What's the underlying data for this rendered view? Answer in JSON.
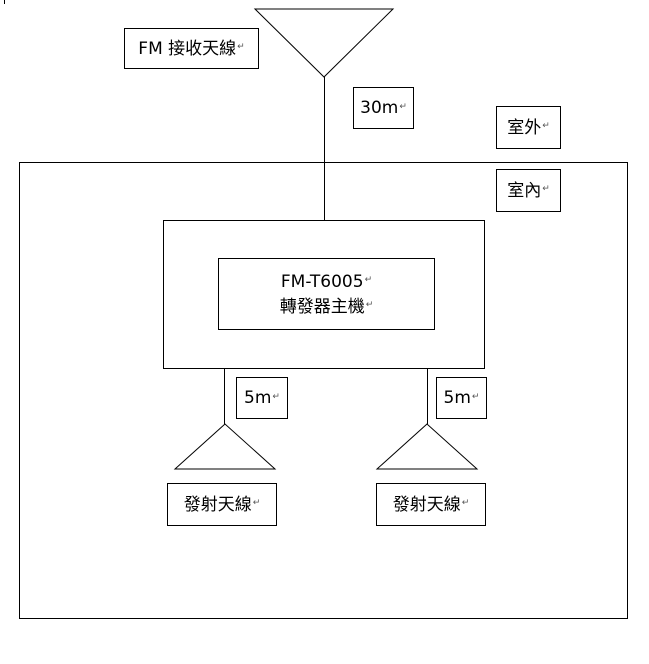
{
  "diagram": {
    "receive_antenna_label": "FM 接收天線",
    "cable_outdoor_length": "30m",
    "outdoor_label": "室外",
    "indoor_label": "室內",
    "device": {
      "model": "FM-T6005",
      "name": "轉發器主機"
    },
    "cable_left_length": "5m",
    "cable_right_length": "5m",
    "transmit_antenna_left_label": "發射天線",
    "transmit_antenna_right_label": "發射天線",
    "paragraph_mark": "↵"
  }
}
